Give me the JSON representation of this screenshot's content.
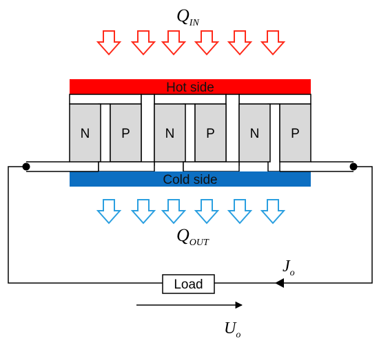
{
  "heat": {
    "q_in": {
      "main": "Q",
      "sub": "IN"
    },
    "q_out": {
      "main": "Q",
      "sub": "OUT"
    },
    "colors": {
      "in": "#ff2a1a",
      "out": "#2a9fe0"
    }
  },
  "plates": {
    "hot_label": "Hot side",
    "cold_label": "Cold side",
    "hot_color": "#ff0000",
    "cold_color": "#0d6fc2"
  },
  "legs": [
    "N",
    "P",
    "N",
    "P",
    "N",
    "P"
  ],
  "circuit": {
    "load_label": "Load",
    "current": {
      "main": "J",
      "sub": "o"
    },
    "voltage": {
      "main": "U",
      "sub": "o"
    }
  }
}
